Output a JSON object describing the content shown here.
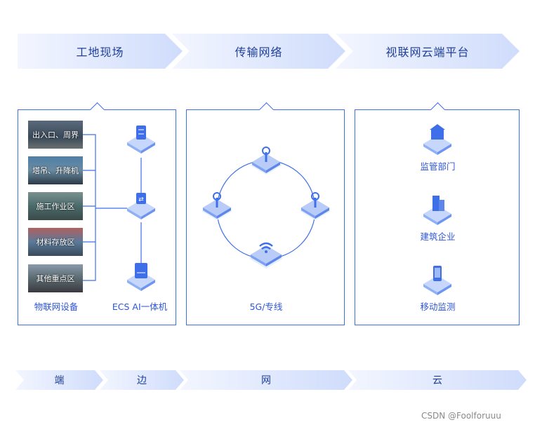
{
  "stages": [
    "工地现场",
    "传输网络",
    "视联网云端平台"
  ],
  "site_areas": [
    "出入口、周界",
    "塔吊、升降机",
    "施工作业区",
    "材料存放区",
    "其他重点区"
  ],
  "site_labels": {
    "devices": "物联网设备",
    "edge": "ECS AI一体机"
  },
  "network_label": "5G/专线",
  "cloud_items": [
    "监管部门",
    "建筑企业",
    "移动监测"
  ],
  "layers": [
    "端",
    "边",
    "网",
    "云"
  ],
  "watermark": "CSDN @Foolforuuu",
  "colors": {
    "accent": "#3f6fe8",
    "arrow_light": "#eef3ff",
    "arrow_dark": "#c9d8fb"
  }
}
